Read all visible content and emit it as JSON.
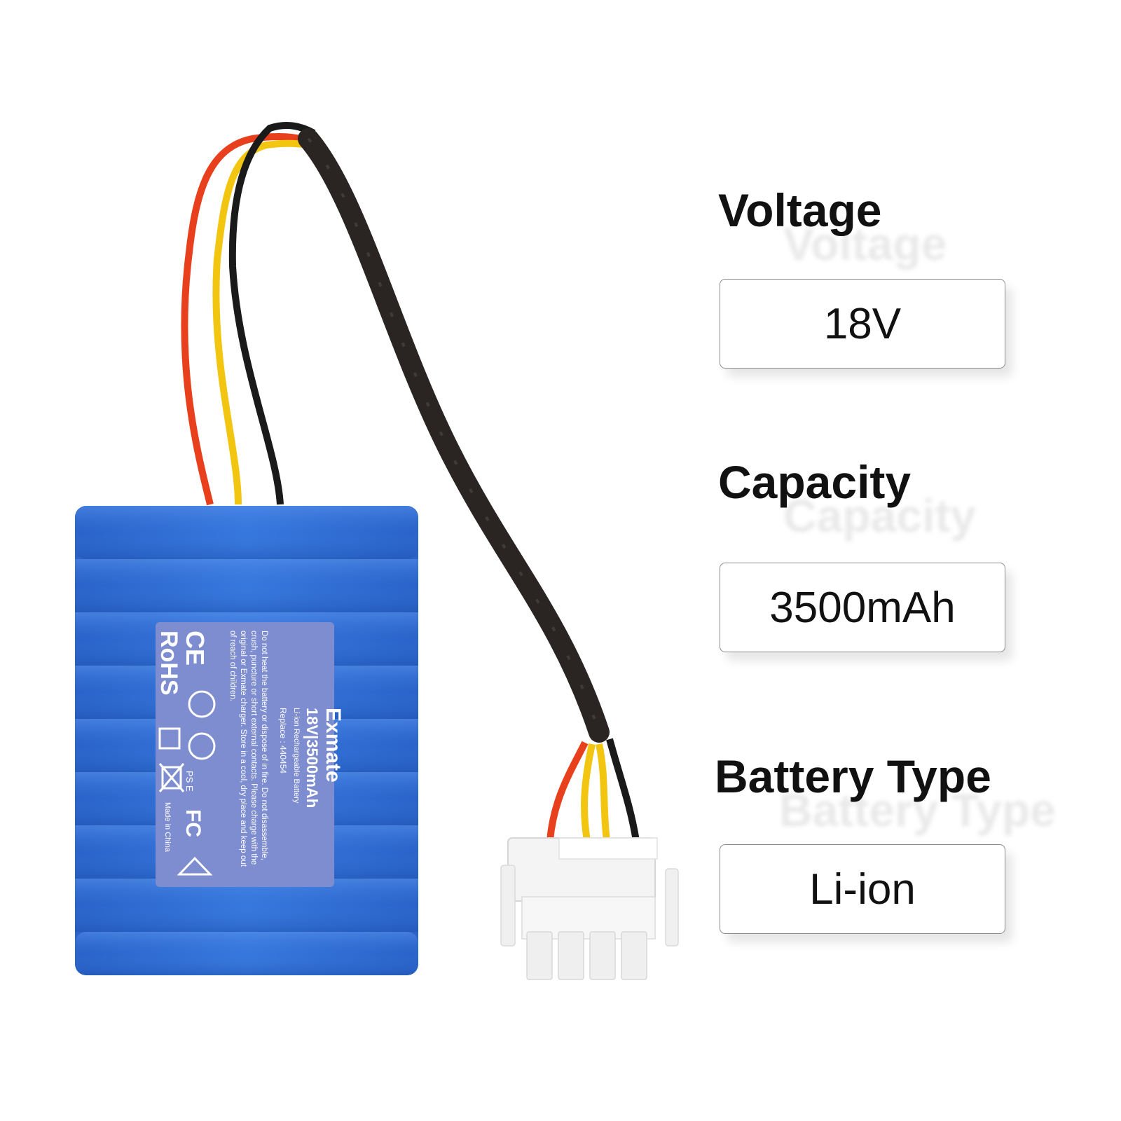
{
  "specs": [
    {
      "title": "Voltage",
      "value": "18V"
    },
    {
      "title": "Capacity",
      "value": "3500mAh"
    },
    {
      "title": "Battery Type",
      "value": "Li-ion"
    }
  ],
  "label": {
    "brand": "Exmate",
    "rating": "18V|3500mAh",
    "type": "Li-ion Rechargeable Battery",
    "replace": "Replace : 440454",
    "warning_1": "Do not heat the battery or dispose of in fire. Do not disassemble,",
    "warning_2": "crush, puncture or short external contacts. Please charge with the",
    "warning_3": "original or Exmate charger. Store in a cool, dry place and keep out",
    "warning_4": "of reach of children.",
    "origin": "Made in China",
    "rohs": "RoHS",
    "ce": "CE",
    "fc": "FC",
    "pse": "PS E"
  },
  "colors": {
    "battery_blue": "#2f6fd6",
    "label_panel": "#7d8dcf",
    "wire_red": "#e8401c",
    "wire_yellow": "#f2c511",
    "wire_black": "#1a1a1a",
    "sleeve": "#2a2522",
    "connector": "#f4f4f4"
  }
}
